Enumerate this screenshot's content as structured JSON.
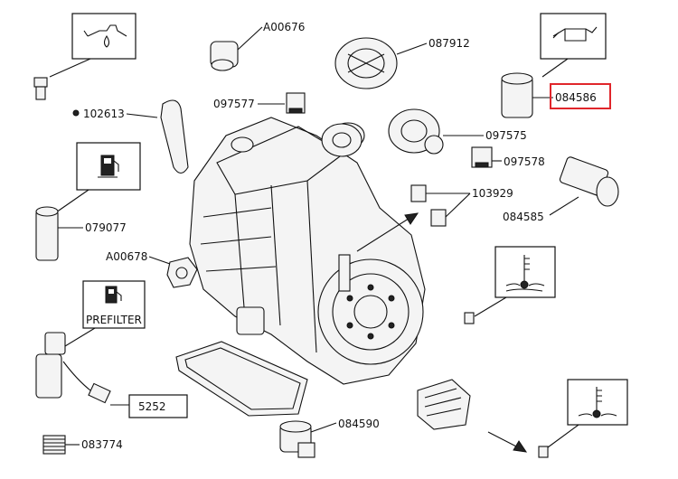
{
  "parts": {
    "p_A00676": "A00676",
    "p_087912": "087912",
    "p_084586": "084586",
    "p_102613": "102613",
    "p_097577": "097577",
    "p_097575": "097575",
    "p_097578": "097578",
    "p_103929": "103929",
    "p_084585": "084585",
    "p_079077": "079077",
    "p_A00678": "A00678",
    "p_5252": "5252",
    "p_084590": "084590",
    "p_083774": "083774"
  },
  "callouts": {
    "prefilter": "PREFILTER"
  },
  "highlight": {
    "part": "084586",
    "color": "#e0262b"
  },
  "icons": {
    "oil_pressure": "oil-pressure-icon",
    "oil_can": "oil-can-icon",
    "fuel_filter": "fuel-pump-icon",
    "prefilter": "fuel-pump-icon",
    "coolant_temp": "temperature-icon",
    "coolant_temp_2": "temperature-icon"
  }
}
